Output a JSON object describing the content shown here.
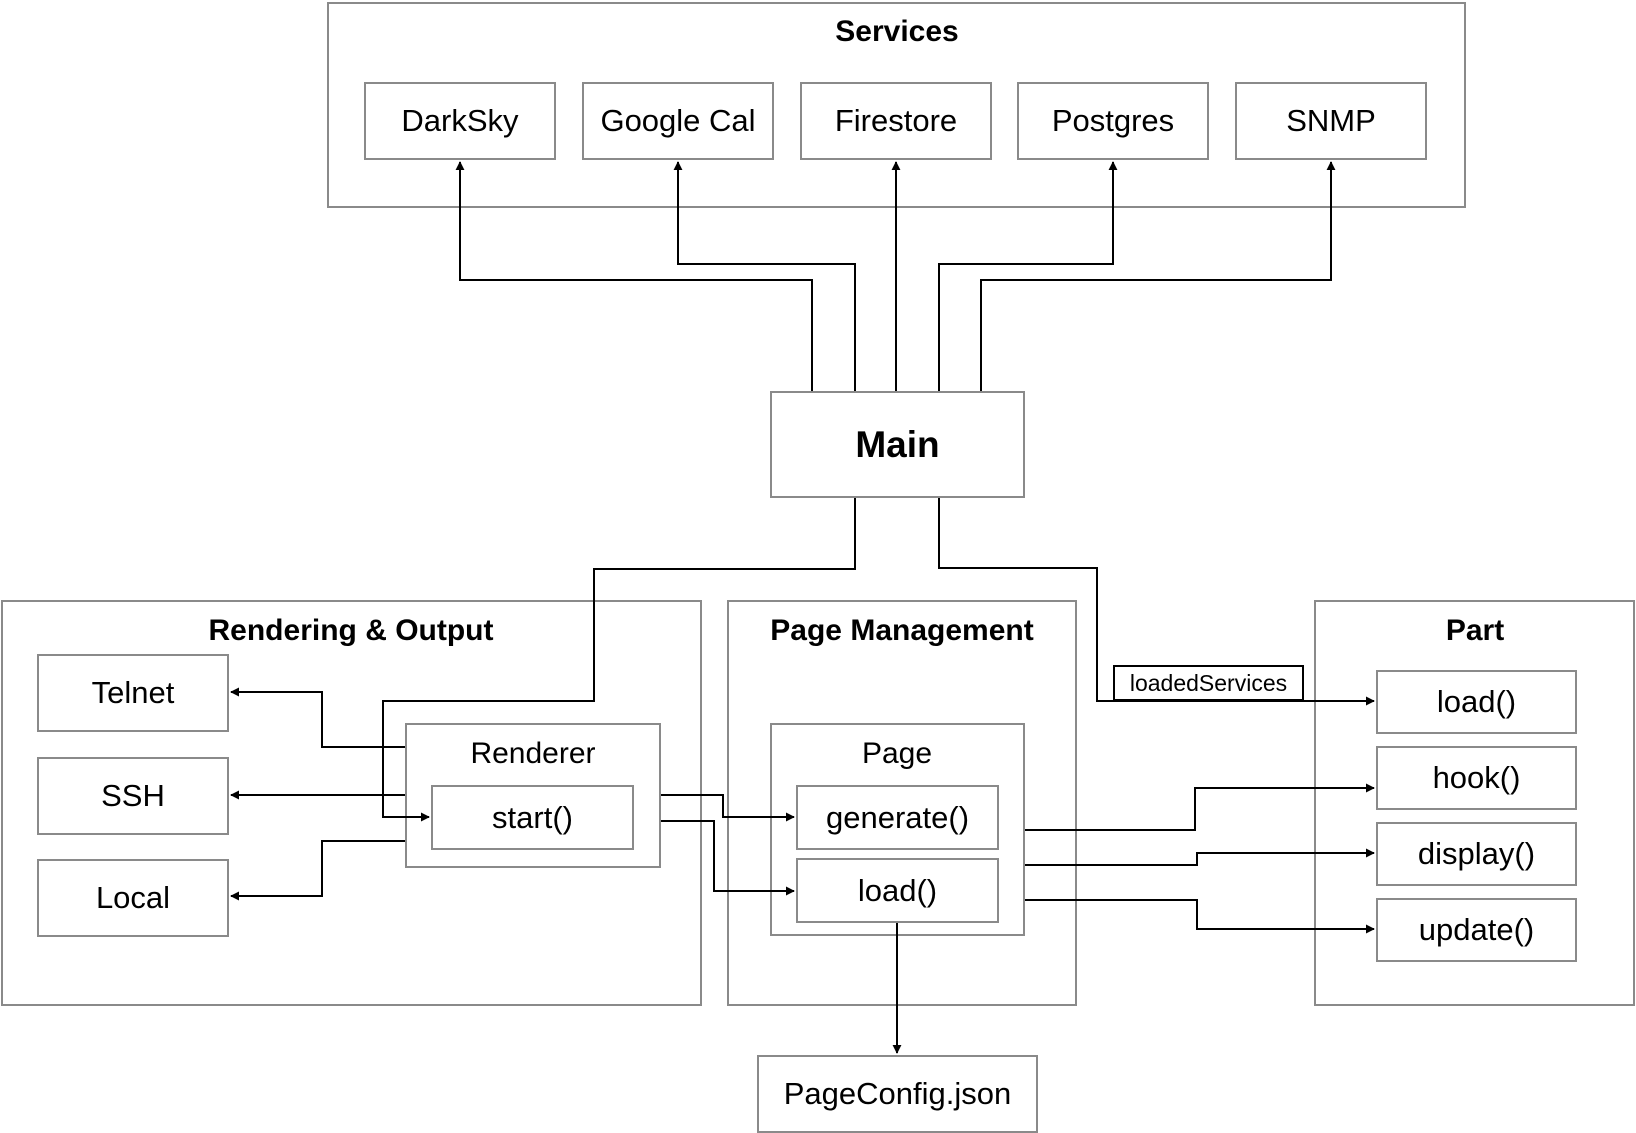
{
  "services": {
    "title": "Services",
    "items": [
      "DarkSky",
      "Google Cal",
      "Firestore",
      "Postgres",
      "SNMP"
    ]
  },
  "main": {
    "label": "Main"
  },
  "rendering": {
    "title": "Rendering & Output",
    "outputs": [
      "Telnet",
      "SSH",
      "Local"
    ],
    "renderer": {
      "title": "Renderer",
      "method": "start()"
    }
  },
  "page_management": {
    "title": "Page Management",
    "page": {
      "title": "Page",
      "methods": [
        "generate()",
        "load()"
      ]
    }
  },
  "part": {
    "title": "Part",
    "methods": [
      "load()",
      "hook()",
      "display()",
      "update()"
    ]
  },
  "edge_labels": {
    "loaded_services": "loadedServices"
  },
  "config_file": {
    "label": "PageConfig.json"
  }
}
